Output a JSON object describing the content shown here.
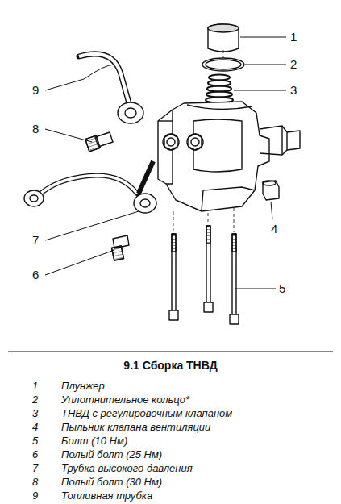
{
  "diagram": {
    "title": "9.1 Сборка ТНВД",
    "labels": [
      "1",
      "2",
      "3",
      "4",
      "5",
      "6",
      "7",
      "8",
      "9",
      "1",
      "Плунжер",
      "2",
      "Уплотнительное кольцо*",
      "3",
      "ТНВД с регулировочным клапаном",
      "4",
      "Пыльник клапана вентиляции",
      "5",
      "Болт (10 Нм)",
      "6",
      "Полый болт (25 Нм)",
      "7",
      "Трубка высокого давления",
      "8",
      "Полый болт (30 Нм)",
      "9",
      "Топливная трубка"
    ]
  }
}
